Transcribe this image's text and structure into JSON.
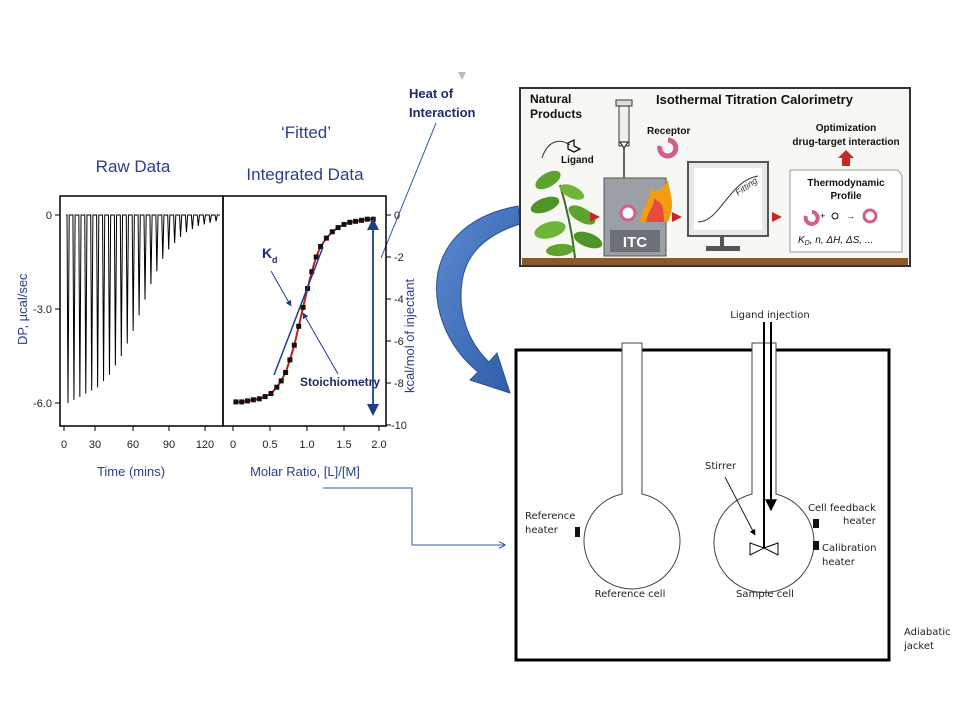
{
  "itc_plot": {
    "raw_title": "Raw Data",
    "fitted_title": "‘Fitted’",
    "integrated_title": "Integrated Data",
    "heat_label_1": "Heat of",
    "heat_label_2": "Interaction",
    "kd_label": "K",
    "kd_sub": "d",
    "stoich_label": "Stoichiometry",
    "left_ylabel": "DP, µcal/sec",
    "right_ylabel": "kcal/mol of injectant",
    "left_xlabel": "Time (mins)",
    "right_xlabel": "Molar Ratio, [L]/[M]",
    "left_yticks": [
      "0",
      "-3.0",
      "-6.0"
    ],
    "left_xticks": [
      "0",
      "30",
      "60",
      "90",
      "120"
    ],
    "right_xticks": [
      "0",
      "0.5",
      "1.0",
      "1.5",
      "2.0"
    ],
    "right_yticks": [
      "0",
      "-2",
      "-4",
      "-6",
      "-8",
      "-10"
    ]
  },
  "chart_data": [
    {
      "type": "line",
      "title": "Raw Data",
      "xlabel": "Time (mins)",
      "ylabel": "DP, µcal/sec",
      "xlim": [
        0,
        135
      ],
      "ylim": [
        -6.6,
        0.3
      ],
      "series": [
        {
          "values": [
            -6.0,
            -5.9,
            -5.8,
            -5.7,
            -5.6,
            -5.5,
            -5.3,
            -5.1,
            -4.8,
            -4.5,
            -4.1,
            -3.7,
            -3.2,
            -2.7,
            -2.2,
            -1.8,
            -1.4,
            -1.1,
            -0.9,
            -0.7,
            -0.55,
            -0.45,
            -0.35,
            -0.3,
            -0.25,
            -0.2
          ]
        }
      ]
    },
    {
      "type": "scatter",
      "title": "Integrated Data",
      "xlabel": "Molar Ratio, [L]/[M]",
      "ylabel": "kcal/mol of injectant",
      "xlim": [
        -0.1,
        2.1
      ],
      "ylim": [
        -10,
        0.5
      ],
      "x": [
        0.04,
        0.12,
        0.2,
        0.28,
        0.36,
        0.44,
        0.52,
        0.6,
        0.66,
        0.72,
        0.78,
        0.84,
        0.9,
        0.96,
        1.02,
        1.08,
        1.14,
        1.2,
        1.28,
        1.36,
        1.44,
        1.52,
        1.6,
        1.68,
        1.76,
        1.84,
        1.92
      ],
      "y": [
        -8.9,
        -8.9,
        -8.85,
        -8.8,
        -8.75,
        -8.65,
        -8.5,
        -8.2,
        -7.9,
        -7.5,
        -6.9,
        -6.2,
        -5.3,
        -4.4,
        -3.5,
        -2.7,
        -2.0,
        -1.5,
        -1.1,
        -0.8,
        -0.6,
        -0.45,
        -0.35,
        -0.3,
        -0.25,
        -0.2,
        -0.2
      ]
    }
  ],
  "photo_panel": {
    "title": "Isothermal Titration Calorimetry",
    "natural_1": "Natural",
    "natural_2": "Products",
    "ligand": "Ligand",
    "receptor": "Receptor",
    "itc": "ITC",
    "fitting": "Fitting",
    "optim_1": "Optimization",
    "optim_2": "drug-target interaction",
    "thermo_1": "Thermodynamic",
    "thermo_2": "Profile",
    "params": "K",
    "params_sub": "D",
    "params_rest": ", n, ΔH, ΔS, ..."
  },
  "schematic": {
    "ligand_injection": "Ligand injection",
    "stirrer": "Stirrer",
    "reference_heater_1": "Reference",
    "reference_heater_2": "heater",
    "reference_cell": "Reference cell",
    "sample_cell": "Sample cell",
    "feedback_1": "Cell feedback",
    "feedback_2": "heater",
    "calibration_1": "Calibration",
    "calibration_2": "heater",
    "jacket_1": "Adiabatic",
    "jacket_2": "jacket"
  },
  "colors": {
    "blue_arrow": "#3d6fb5",
    "label_blue": "#2b3f8f",
    "fit_red": "#c0201a"
  }
}
